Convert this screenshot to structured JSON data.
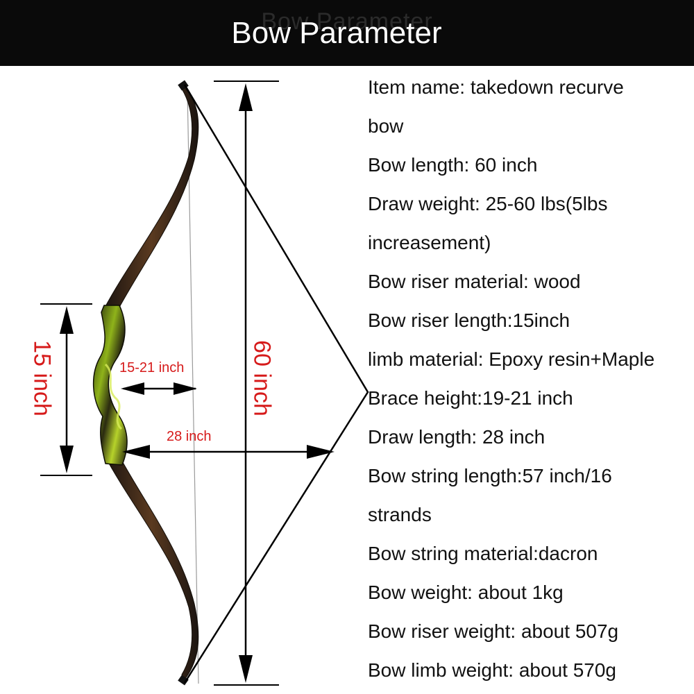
{
  "header": {
    "title": "Bow Parameter",
    "ghost_title": "Bow Parameter",
    "background_color": "#0a0a0a",
    "text_color": "#ffffff"
  },
  "specs": [
    "Item name: takedown recurve",
    "bow",
    "Bow length: 60 inch",
    "Draw weight: 25-60 lbs(5lbs",
    "increasement)",
    "Bow riser material: wood",
    "Bow riser length:15inch",
    "limb material: Epoxy resin+Maple",
    "Brace height:19-21 inch",
    "Draw length: 28 inch",
    "Bow string length:57 inch/16",
    "strands",
    "Bow string material:dacron",
    "Bow weight: about 1kg",
    "Bow riser weight: about 507g",
    "Bow limb weight: about 570g"
  ],
  "diagram": {
    "riser_length_label": "15 inch",
    "bow_length_label": "60 inch",
    "brace_height_label": "15-21 inch",
    "draw_length_label": "28 inch",
    "label_color": "#d61a1a",
    "limb_color": "#3a2a1c",
    "riser_accent_color": "#9bbf1e"
  }
}
